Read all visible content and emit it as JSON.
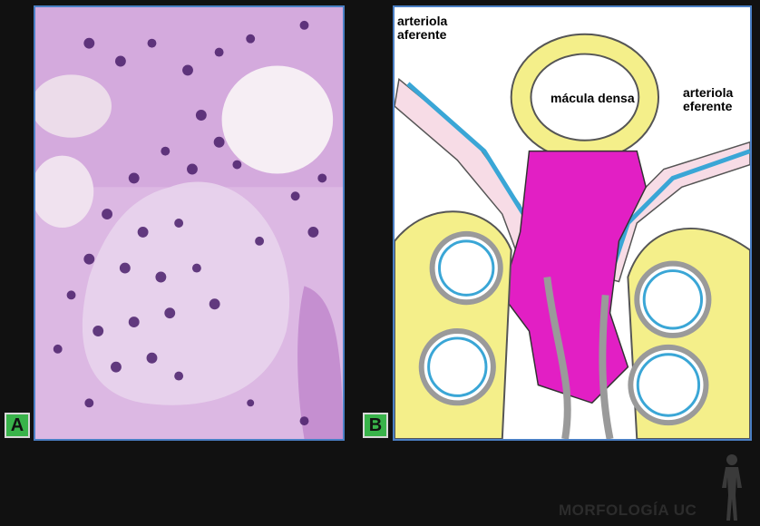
{
  "panels": {
    "a": {
      "tag": "A"
    },
    "b": {
      "tag": "B"
    }
  },
  "labels": {
    "arteriola_aferente": "arteriola\naferente",
    "macula_densa": "mácula densa",
    "arteriola_eferente": "arteriola\neferente"
  },
  "brand": "MORFOLOGÍA UC",
  "colors": {
    "background": "#111111",
    "panel_border": "#4a7fc4",
    "tag_fill": "#39b34a",
    "mesangium": "#e21fc4",
    "endothelium": "#3aa6d6",
    "epithelium": "#f4ef8a",
    "wall_gray": "#9a9a9a",
    "stain_pink": "#d9b6e0",
    "nuclei": "#4a1f6b"
  }
}
